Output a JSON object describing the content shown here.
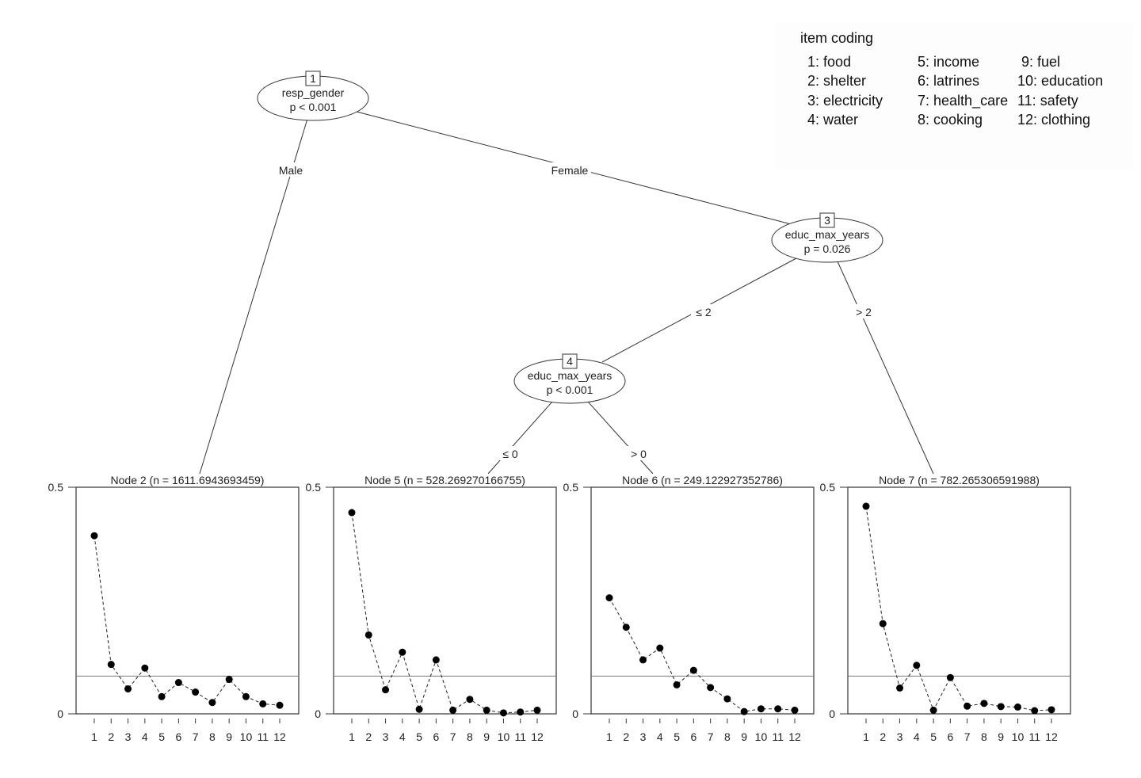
{
  "legend": {
    "title": "item coding",
    "items": [
      " 1: food",
      " 2: shelter",
      " 3: electricity",
      " 4: water",
      "5: income",
      "6: latrines",
      "7: health_care",
      "8: cooking",
      " 9: fuel",
      "10: education",
      "11: safety",
      "12: clothing"
    ]
  },
  "tree": {
    "nodes": [
      {
        "id": "1",
        "variable": "resp_gender",
        "pvalue": "p < 0.001"
      },
      {
        "id": "3",
        "variable": "educ_max_years",
        "pvalue": "p = 0.026"
      },
      {
        "id": "4",
        "variable": "educ_max_years",
        "pvalue": "p < 0.001"
      }
    ],
    "edges": [
      {
        "from": "1",
        "to": "2",
        "label": "Male"
      },
      {
        "from": "1",
        "to": "3",
        "label": "Female"
      },
      {
        "from": "3",
        "to": "4",
        "label": "≤ 2"
      },
      {
        "from": "3",
        "to": "7",
        "label": "> 2"
      },
      {
        "from": "4",
        "to": "5",
        "label": "≤ 0"
      },
      {
        "from": "4",
        "to": "6",
        "label": "> 0"
      }
    ]
  },
  "chart_data": [
    {
      "type": "line",
      "title": "Node 2 (n = 1611.6943693459)",
      "x": [
        1,
        2,
        3,
        4,
        5,
        6,
        7,
        8,
        9,
        10,
        11,
        12
      ],
      "xticklabels": [
        "1",
        "2",
        "3",
        "4",
        "5",
        "6",
        "7",
        "8",
        "9",
        "10",
        "11",
        "12"
      ],
      "values": [
        0.393,
        0.109,
        0.055,
        0.101,
        0.038,
        0.069,
        0.048,
        0.025,
        0.076,
        0.038,
        0.022,
        0.019
      ],
      "reference_line": 0.0833,
      "ylim": [
        0,
        0.5
      ],
      "yticklabels": [
        "0",
        "0.5"
      ]
    },
    {
      "type": "line",
      "title": "Node 5 (n = 528.269270166755)",
      "x": [
        1,
        2,
        3,
        4,
        5,
        6,
        7,
        8,
        9,
        10,
        11,
        12
      ],
      "xticklabels": [
        "1",
        "2",
        "3",
        "4",
        "5",
        "6",
        "7",
        "8",
        "9",
        "10",
        "11",
        "12"
      ],
      "values": [
        0.444,
        0.174,
        0.053,
        0.136,
        0.01,
        0.119,
        0.008,
        0.032,
        0.008,
        0.002,
        0.004,
        0.008
      ],
      "reference_line": 0.0833,
      "ylim": [
        0,
        0.5
      ],
      "yticklabels": [
        "0",
        "0.5"
      ]
    },
    {
      "type": "line",
      "title": "Node 6 (n = 249.122927352786)",
      "x": [
        1,
        2,
        3,
        4,
        5,
        6,
        7,
        8,
        9,
        10,
        11,
        12
      ],
      "xticklabels": [
        "1",
        "2",
        "3",
        "4",
        "5",
        "6",
        "7",
        "8",
        "9",
        "10",
        "11",
        "12"
      ],
      "values": [
        0.256,
        0.191,
        0.119,
        0.145,
        0.064,
        0.096,
        0.058,
        0.033,
        0.005,
        0.011,
        0.011,
        0.008
      ],
      "reference_line": 0.0833,
      "ylim": [
        0,
        0.5
      ],
      "yticklabels": [
        "0",
        "0.5"
      ]
    },
    {
      "type": "line",
      "title": "Node 7 (n = 782.265306591988)",
      "x": [
        1,
        2,
        3,
        4,
        5,
        6,
        7,
        8,
        9,
        10,
        11,
        12
      ],
      "xticklabels": [
        "1",
        "2",
        "3",
        "4",
        "5",
        "6",
        "7",
        "8",
        "9",
        "10",
        "11",
        "12"
      ],
      "values": [
        0.458,
        0.199,
        0.057,
        0.107,
        0.008,
        0.08,
        0.017,
        0.023,
        0.016,
        0.015,
        0.007,
        0.009
      ],
      "reference_line": 0.0833,
      "ylim": [
        0,
        0.5
      ],
      "yticklabels": [
        "0",
        "0.5"
      ]
    }
  ]
}
